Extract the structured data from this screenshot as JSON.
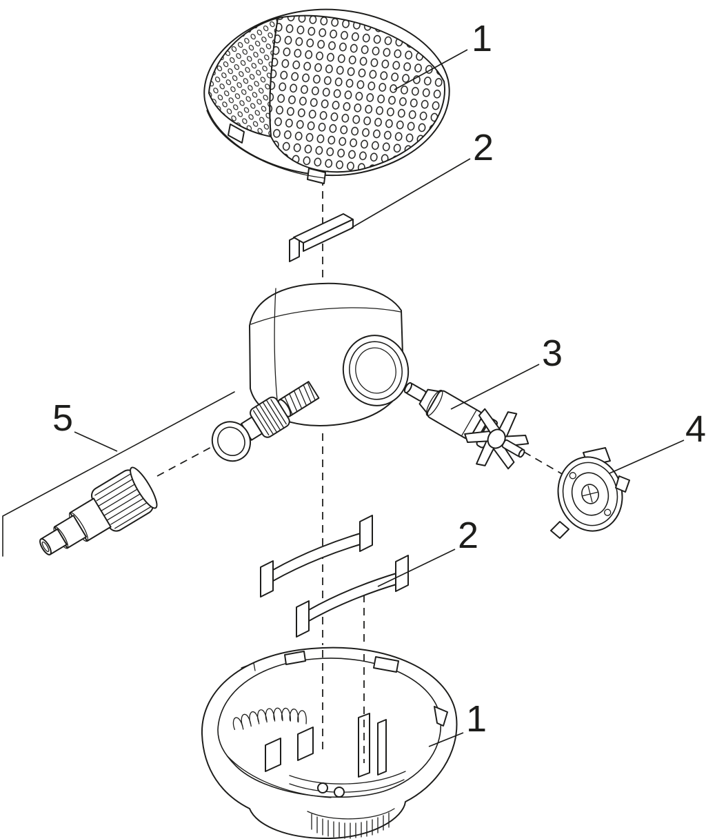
{
  "figure": {
    "background": "#ffffff",
    "stroke_color": "#1d1d1b",
    "parts": [
      {
        "id": "filter-shell-top",
        "label": "1"
      },
      {
        "id": "clip-upper",
        "label": "2"
      },
      {
        "id": "rotor-assembly",
        "label": "3"
      },
      {
        "id": "pump-cover",
        "label": "4"
      },
      {
        "id": "hose-connector",
        "label": "5"
      },
      {
        "id": "support-rails",
        "label": "2"
      },
      {
        "id": "filter-shell-bottom",
        "label": "1"
      }
    ]
  }
}
